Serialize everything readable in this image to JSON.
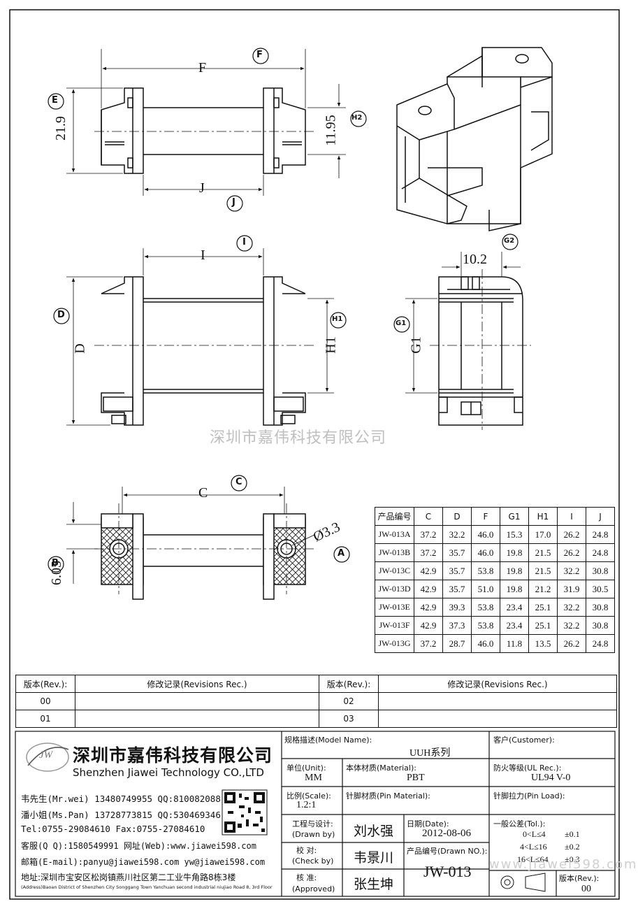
{
  "dims": {
    "F": "F",
    "E_val": "21.9",
    "H2_val": "11.95",
    "J": "J",
    "I": "I",
    "D": "D",
    "H1": "H1",
    "G2_val": "10.2",
    "G1": "G1",
    "C": "C",
    "hole": "Ø3.3",
    "B_val": "6.05"
  },
  "callouts": {
    "F": "F",
    "E": "E",
    "H2": "H2",
    "J": "J",
    "I": "I",
    "D": "D",
    "H1": "H1",
    "G2": "G2",
    "G1": "G1",
    "C": "C",
    "B": "B",
    "A": "A"
  },
  "watermark": "深圳市嘉伟科技有限公司",
  "spec_table": {
    "headers": [
      "产品编号",
      "C",
      "D",
      "F",
      "G1",
      "H1",
      "I",
      "J"
    ],
    "rows": [
      [
        "JW-013A",
        "37.2",
        "32.2",
        "46.0",
        "15.3",
        "17.0",
        "26.2",
        "24.8"
      ],
      [
        "JW-013B",
        "37.2",
        "35.7",
        "46.0",
        "19.8",
        "21.5",
        "26.2",
        "24.8"
      ],
      [
        "JW-013C",
        "42.9",
        "35.7",
        "53.8",
        "19.8",
        "21.5",
        "32.2",
        "30.8"
      ],
      [
        "JW-013D",
        "42.9",
        "35.7",
        "51.0",
        "19.8",
        "21.2",
        "31.9",
        "30.5"
      ],
      [
        "JW-013E",
        "42.9",
        "39.3",
        "53.8",
        "23.4",
        "25.1",
        "32.2",
        "30.8"
      ],
      [
        "JW-013F",
        "42.9",
        "37.3",
        "53.8",
        "23.4",
        "25.1",
        "32.2",
        "30.8"
      ],
      [
        "JW-013G",
        "37.2",
        "28.7",
        "46.0",
        "11.8",
        "13.5",
        "26.2",
        "24.8"
      ]
    ]
  },
  "revisions": {
    "rev_label": "版本(Rev.):",
    "rec_label": "修改记录(Revisions Rec.)",
    "left": [
      "00",
      "01"
    ],
    "right": [
      "02",
      "03"
    ]
  },
  "company": {
    "logo_text": "JW",
    "name_cn": "深圳市嘉伟科技有限公司",
    "name_en": "Shenzhen Jiawei Technology CO.,LTD",
    "contacts": [
      "韦先生(Mr.wei) 13480749955 QQ:810082088",
      "潘小姐(Ms.Pan) 13728773815 QQ:530469346",
      "Tel:0755-29084610    Fax:0755-27084610",
      "客服(Q Q):1580549991   网址(Web):www.jiawei598.com",
      "邮箱(E-mail):panyu@jiawei598.com  yw@jiawei598.com"
    ],
    "address_cn": "地址:深圳市宝安区松岗镇燕川社区第二工业牛角路8栋3楼",
    "address_en": "(Address)Baoan District of Shenzhen City Songgang Town Yanchuan  second industrial niujiao Road 8, 3rd Floor"
  },
  "title_block": {
    "model_label": "规格描述(Model Name):",
    "model_value": "UUH系列",
    "customer_label": "客户(Customer):",
    "unit_label": "单位(Unit):",
    "unit_value": "MM",
    "material_label": "本体材质(Material):",
    "material_value": "PBT",
    "ul_label": "防火等级(UL Rec.):",
    "ul_value": "UL94 V-0",
    "scale_label": "比例(Scale):",
    "scale_value": "1.2:1",
    "pin_material_label": "针脚材质(Pin Material):",
    "pin_load_label": "针脚拉力(Pin Load):",
    "drawn_label": "工程与设计:",
    "drawn_label_en": "(Drawn by)",
    "drawn_value": "刘水强",
    "check_label": "校  对:",
    "check_label_en": "(Check by)",
    "check_value": "韦景川",
    "approved_label": "核  准:",
    "approved_label_en": "(Approved)",
    "approved_value": "张生坤",
    "date_label": "日期(Date):",
    "date_value": "2012-08-06",
    "drawn_no_label": "产品编号(Drawn NO.):",
    "drawn_no_value": "JW-013",
    "tol_label": "一般公差(Tol.):",
    "tol_rows": [
      [
        "0<L≤4",
        "±0.1"
      ],
      [
        "4<L≤16",
        "±0.2"
      ],
      [
        "16<L≤64",
        "±0.3"
      ]
    ],
    "rev_label": "版本(Rev.):",
    "rev_value": "00",
    "url_watermark": "www.jiawei598.com"
  }
}
